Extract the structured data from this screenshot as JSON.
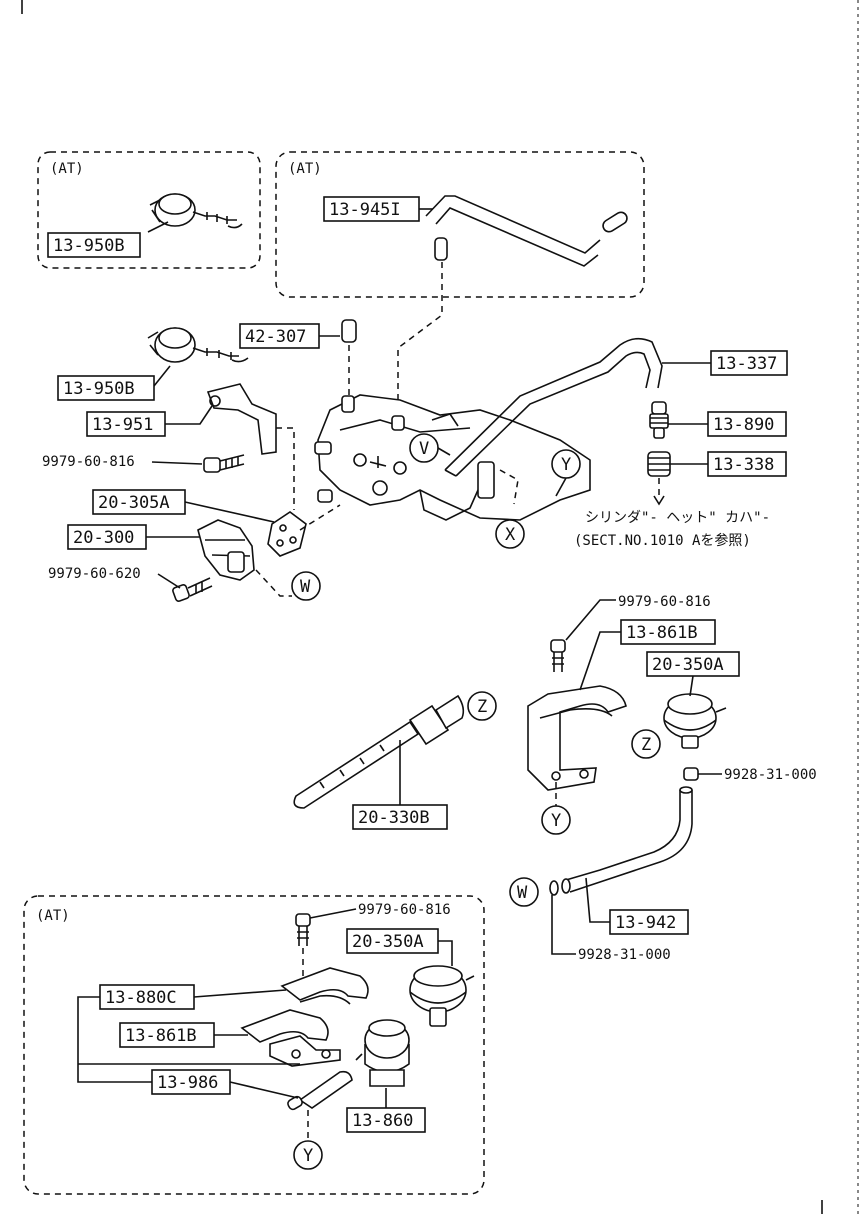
{
  "diagram": {
    "at_labels": [
      "(AT)",
      "(AT)",
      "(AT)"
    ],
    "part_labels": {
      "p13_950B_a": "13-950B",
      "p13_9451": "13-945I",
      "p42_307": "42-307",
      "p13_950B_b": "13-950B",
      "p13_951": "13-951",
      "p20_305A": "20-305A",
      "p20_300": "20-300",
      "p13_337": "13-337",
      "p13_890": "13-890",
      "p13_338": "13-338",
      "p13_861B_a": "13-861B",
      "p20_350A_a": "20-350A",
      "p20_330B": "20-330B",
      "p13_942": "13-942",
      "p20_350A_b": "20-350A",
      "p13_880C": "13-880C",
      "p13_861B_b": "13-861B",
      "p13_986": "13-986",
      "p13_860": "13-860"
    },
    "plain_labels": {
      "bolt_9979_60_816_a": "9979-60-816",
      "bolt_9979_60_620": "9979-60-620",
      "bolt_9979_60_816_b": "9979-60-816",
      "nut_9928_31_000_a": "9928-31-000",
      "nut_9928_31_000_b": "9928-31-000",
      "bolt_9979_60_816_c": "9979-60-816"
    },
    "reference_note": {
      "line1": "シリンダ\"- ヘット\" カハ\"-",
      "line2": "(SECT.NO.1010 Aを参照)"
    },
    "circle_markers": {
      "v": "V",
      "y_top": "Y",
      "x": "X",
      "w_top": "W",
      "z_left": "Z",
      "z_right": "Z",
      "y_mid": "Y",
      "w_mid": "W",
      "y_bottom": "Y"
    }
  }
}
